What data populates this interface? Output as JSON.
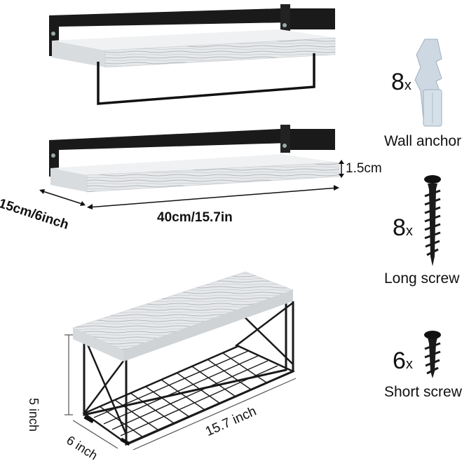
{
  "shelf_dimensions": {
    "thickness": "1.5cm",
    "depth": "15cm/6inch",
    "length": "40cm/15.7in"
  },
  "basket_dimensions": {
    "height": "5 inch",
    "depth": "6 inch",
    "length": "15.7 inch"
  },
  "hardware": [
    {
      "count": "8",
      "unit": "x",
      "label": "Wall anchor",
      "icon": "wall-anchor-icon"
    },
    {
      "count": "8",
      "unit": "x",
      "label": "Long screw",
      "icon": "long-screw-icon"
    },
    {
      "count": "6",
      "unit": "x",
      "label": "Short screw",
      "icon": "short-screw-icon"
    }
  ],
  "colors": {
    "metal": "#1a1a1a",
    "wood": "#e4e6e8",
    "wood_grain": "#9ea3a8",
    "anchor": "#cdd8e2"
  }
}
